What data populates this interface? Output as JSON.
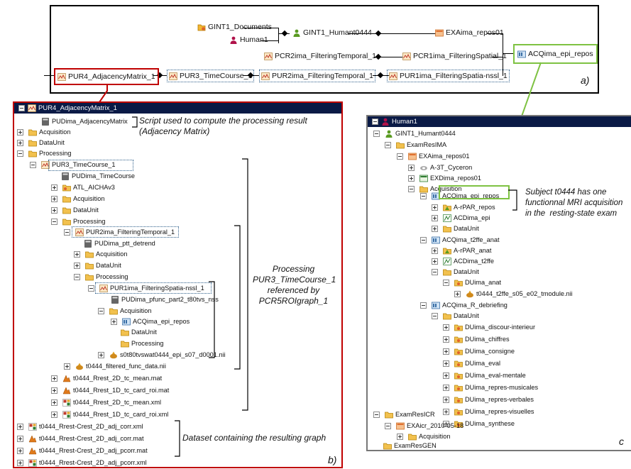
{
  "panel_a": {
    "label": "a)",
    "nodes": {
      "gint1_documents": "GINT1_Documents",
      "human1": "Human1",
      "gint1_humant0444": "GINT1_Humant0444",
      "exaima_repos01": "EXAima_repos01",
      "pcr2ima_filtering_temporal": "PCR2ima_FilteringTemporal_1",
      "pcr1ima_filtering_spatial": "PCR1ima_FilteringSpatial_1",
      "acqima_epi_repos": "ACQima_epi_repos",
      "pur4_adjacency_matrix": "PUR4_AdjacencyMatrix_1",
      "pur3_timecourse": "PUR3_TimeCourse_1",
      "pur2ima_filtering_temporal": "PUR2ima_FilteringTemporal_1",
      "pur1ima_filtering_spatial": "PUR1ima_FilteringSpatia-nssl_1"
    }
  },
  "panel_b": {
    "label": "b)",
    "header": "PUR4_AdjacencyMatrix_1",
    "rows": [
      "PUDima_AdjacencyMatrix",
      "Acquisition",
      "DataUnit",
      "Processing",
      "PUR3_TimeCourse_1",
      "PUDima_TimeCourse",
      "ATL_AICHAv3",
      "Acquisition",
      "DataUnit",
      "Processing",
      "PUR2ima_FilteringTemporal_1",
      "PUDima_ptt_detrend",
      "Acquisition",
      "DataUnit",
      "Processing",
      "PUR1ima_FilteringSpatia-nssl_1",
      "PUDima_pfunc_part2_t80tvs_nss",
      "Acquisition",
      "ACQima_epi_repos",
      "DataUnit",
      "Processing",
      "s0t80tvswat0444_epi_s07_d0001.nii",
      "t0444_filtered_func_data.nii",
      "t0444_Rrest_2D_tc_mean.mat",
      "t0444_Rrest_1D_tc_card_roi.mat",
      "t0444_Rrest_2D_tc_mean.xml",
      "t0444_Rrest_1D_tc_card_roi.xml",
      "t0444_Rrest-Crest_2D_adj_corr.xml",
      "t0444_Rrest-Crest_2D_adj_corr.mat",
      "t0444_Rrest-Crest_2D_adj_pcorr.mat",
      "t0444_Rrest-Crest_2D_adj_pcorr.xml"
    ],
    "note_script": "Script used to compute the processing result\n(Adjacency Matrix)",
    "note_processing": "Processing\nPUR3_TimeCourse_1\nreferenced by\nPCR5ROIgraph_1",
    "note_dataset": "Dataset containing the resulting graph"
  },
  "panel_c": {
    "label": "c",
    "header": "Human1",
    "rows": [
      "GINT1_Humant0444",
      "ExamResIMA",
      "EXAima_repos01",
      "A-3T_Cyceron",
      "EXDima_repos01",
      "Acquisition",
      "ACQima_epi_repos",
      "A-rPAR_repos",
      "ACDima_epi",
      "DataUnit",
      "ACQima_t2ffe_anat",
      "A-rPAR_anat",
      "ACDima_t2ffe",
      "DataUnit",
      "DUima_anat",
      "t0444_t2ffe_s05_e02_tmodule.nii",
      "ACQima_R_debriefing",
      "DataUnit",
      "DUima_discour-interieur",
      "DUima_chiffres",
      "DUima_consigne",
      "DUima_eval",
      "DUima_eval-mentale",
      "DUima_repres-musicales",
      "DUima_repres-verbales",
      "DUima_repres-visuelles",
      "DUima_synthese",
      "ExamResICR",
      "EXAicr_2010-05-18",
      "Acquisition",
      "ExamResGEN"
    ],
    "note_subject": "Subject t0444 has one\nfunctionnal MRI acquisition\nin the  resting-state exam"
  },
  "colors": {
    "red_box": "#c00000",
    "green_box": "#7ec242",
    "dotted_box": "#2e5f8a",
    "header": "#0a1a46"
  }
}
